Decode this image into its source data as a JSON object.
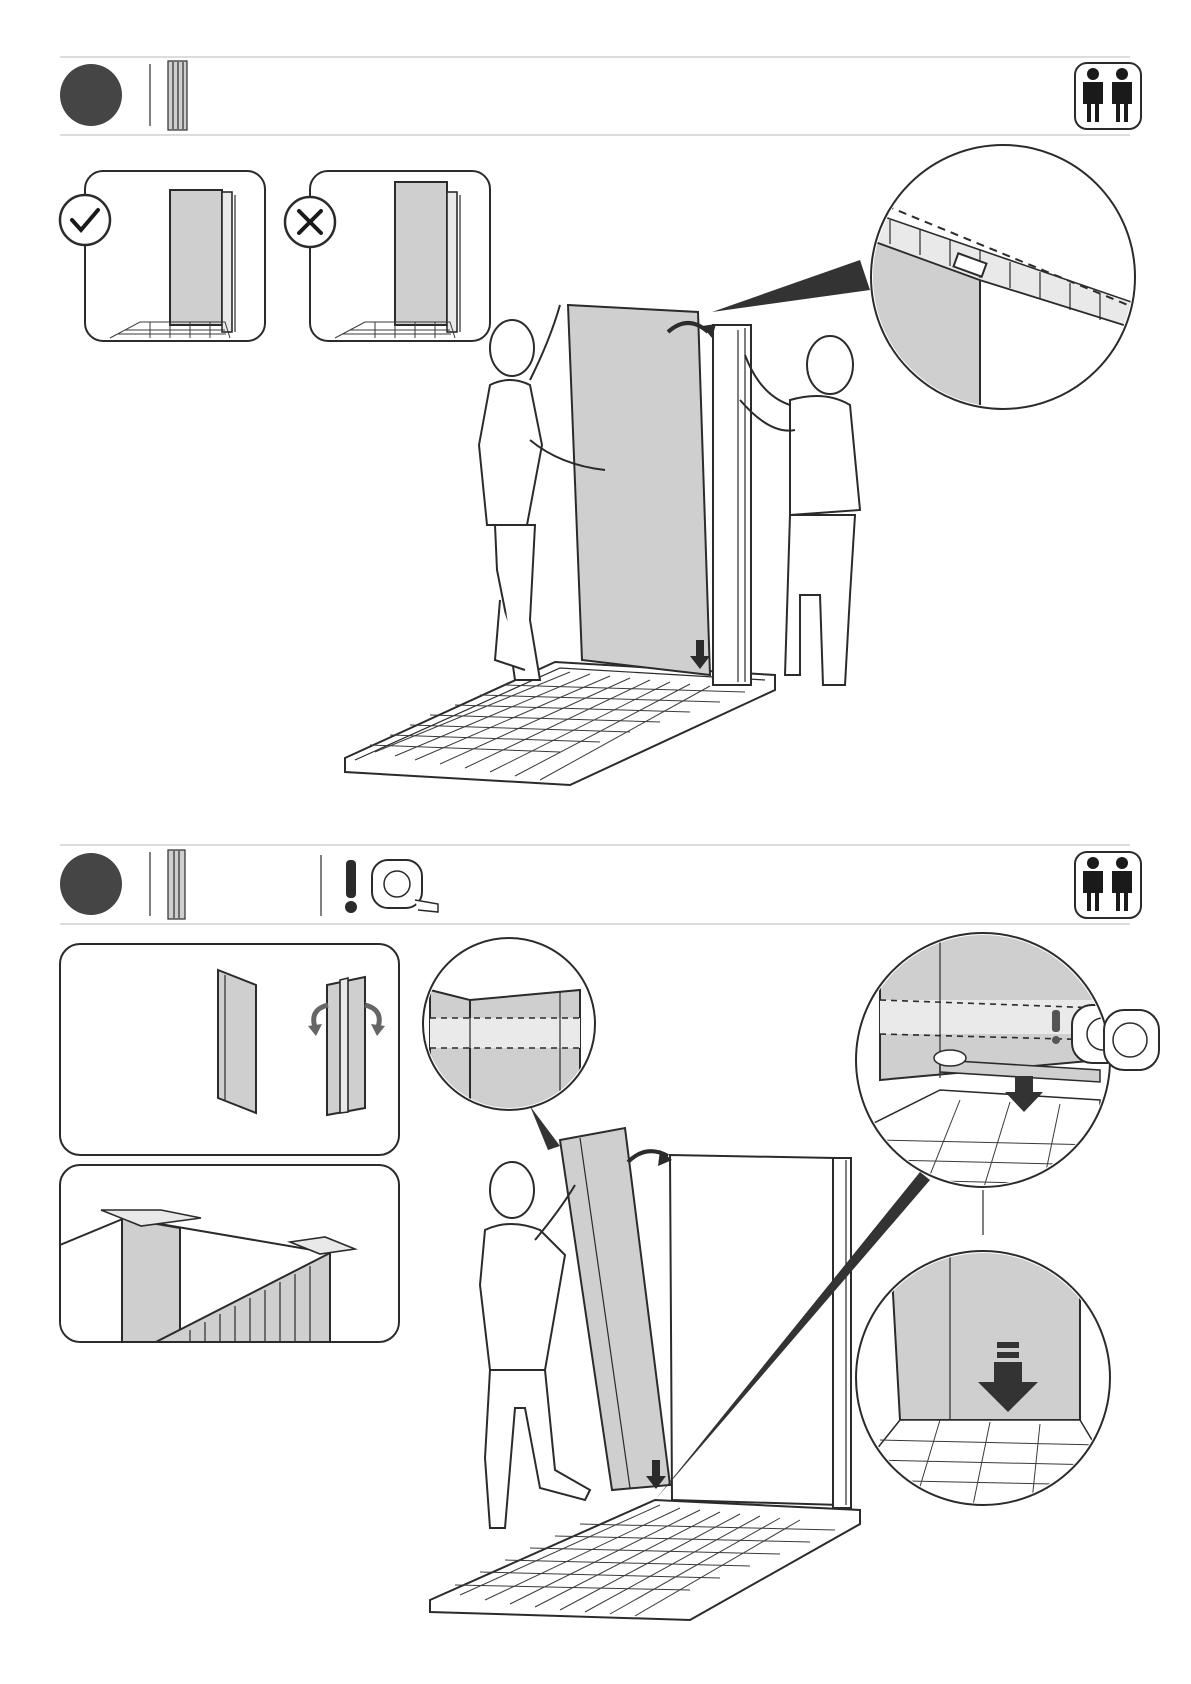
{
  "page": {
    "background": "#ffffff",
    "ink": "#2b2b2b",
    "panel_fill": "#cfcfcf",
    "step_badge_color": "#454545"
  },
  "steps": [
    {
      "id": "step-a",
      "icons": [
        "step-badge",
        "wall-panel-part-icon",
        "two-person-icon"
      ],
      "insets": [
        "correct-alignment-inset",
        "incorrect-alignment-inset",
        "top-detail-magnifier"
      ],
      "marks": [
        "check-mark-icon",
        "cross-mark-icon",
        "curved-arrow-icon",
        "down-arrow-icon"
      ]
    },
    {
      "id": "step-b",
      "icons": [
        "step-badge",
        "wall-panel-part-icon",
        "exclamation-icon",
        "tape-measure-icon",
        "two-person-icon"
      ],
      "insets": [
        "panel-rotate-inset",
        "panel-tape-inset",
        "top-seam-magnifier",
        "bottom-measure-magnifier",
        "bottom-press-magnifier"
      ],
      "marks": [
        "rotate-arrows-icon",
        "curved-arrow-icon",
        "down-arrow-icon",
        "press-down-arrow-icon"
      ]
    }
  ]
}
